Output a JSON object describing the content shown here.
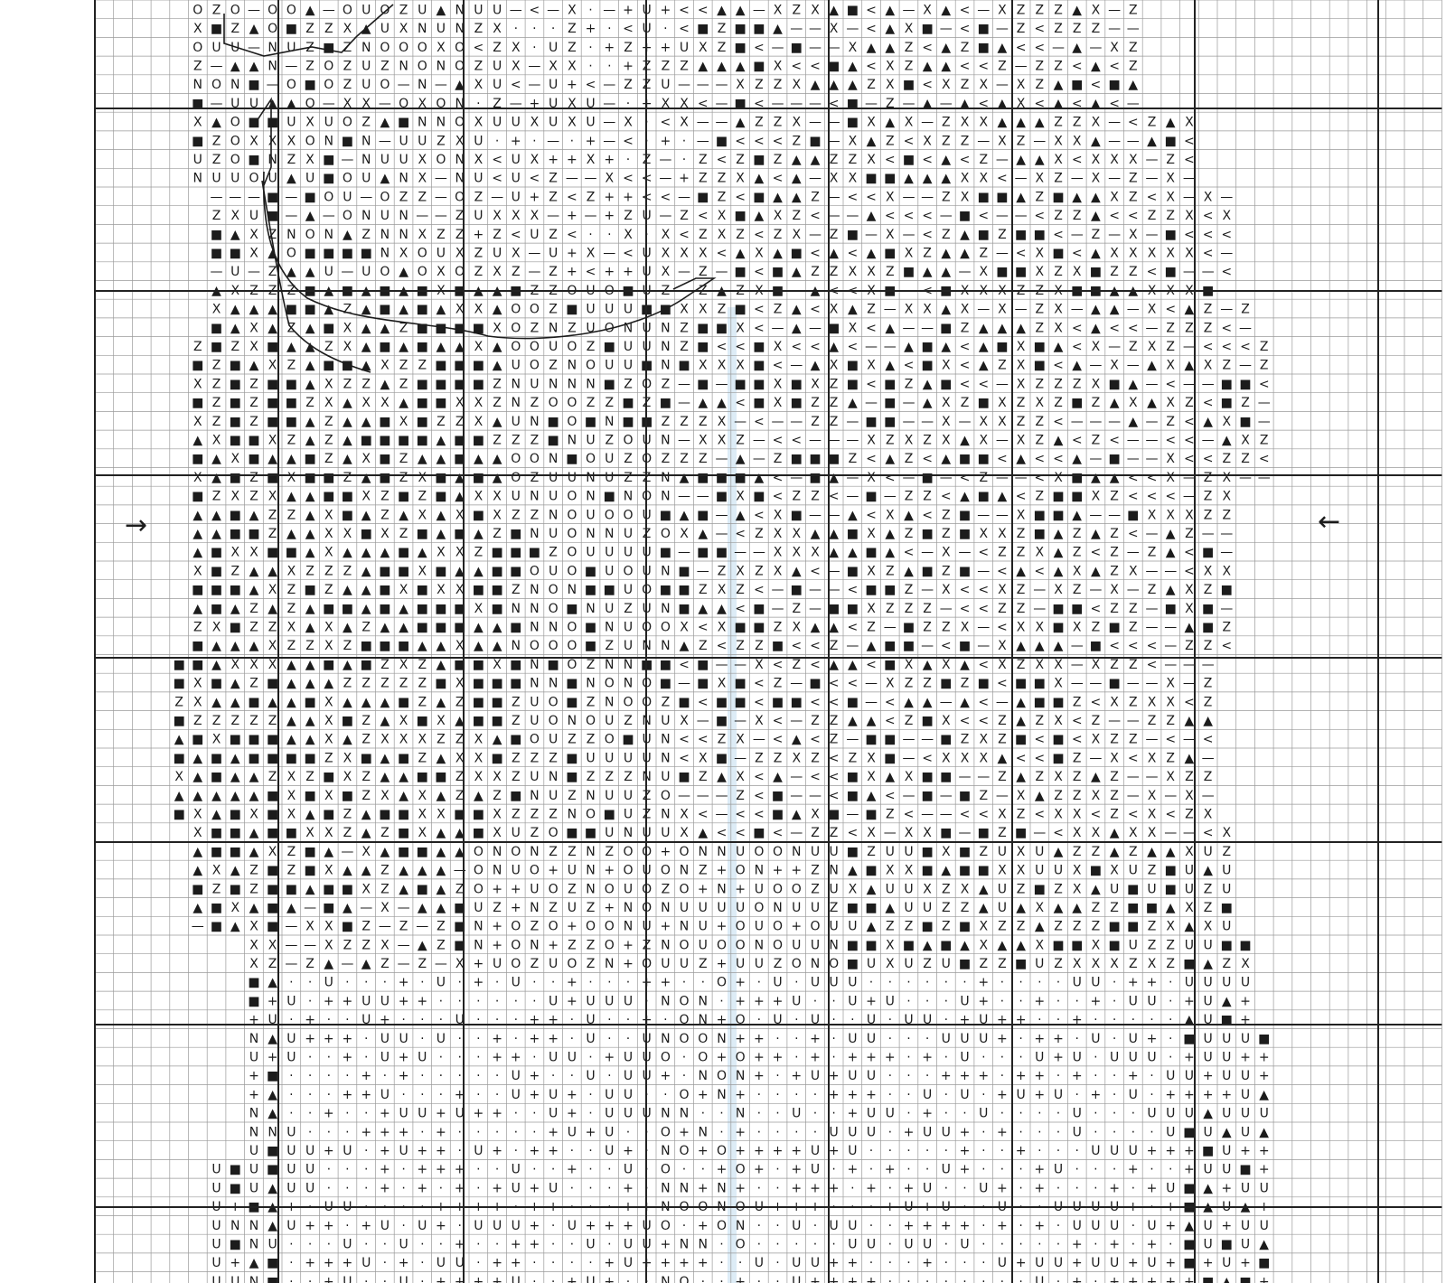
{
  "pattern": {
    "symbols": [
      "■",
      "▲",
      "Z",
      "X",
      "<",
      "—",
      "N",
      "O",
      "U",
      "+",
      "·"
    ],
    "colors": {
      "grid_line": "#9a9a9a",
      "major_line": "#222222",
      "symbol": "#1c1c1c",
      "paper": "#ffffff",
      "crease": "#cfe4f2"
    },
    "markers": {
      "left": "→",
      "right": "←"
    }
  }
}
